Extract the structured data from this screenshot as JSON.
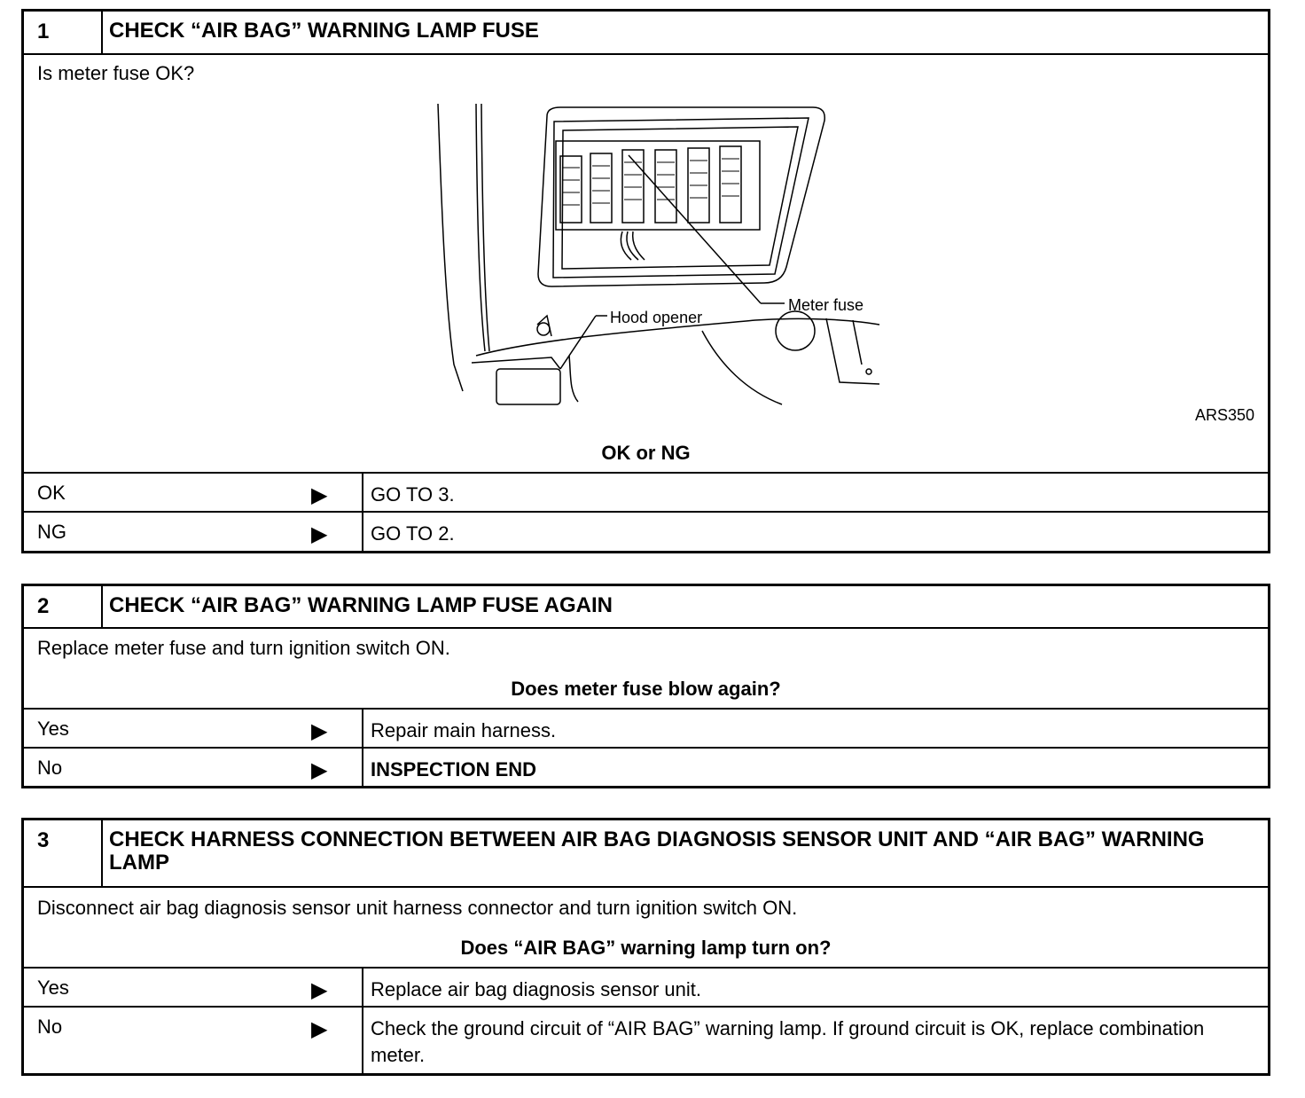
{
  "steps": [
    {
      "number": "1",
      "title": "CHECK “AIR BAG” WARNING LAMP FUSE",
      "instruction": "Is meter fuse OK?",
      "figure": {
        "label_meter_fuse": "Meter fuse",
        "label_hood_opener": "Hood opener",
        "code": "ARS350"
      },
      "question": "OK or NG",
      "rows": [
        {
          "label": "OK",
          "arrow": "▶",
          "result": "GO TO 3."
        },
        {
          "label": "NG",
          "arrow": "▶",
          "result": "GO TO 2."
        }
      ]
    },
    {
      "number": "2",
      "title": "CHECK “AIR BAG” WARNING LAMP FUSE AGAIN",
      "instruction": "Replace meter fuse and turn ignition switch ON.",
      "question": "Does meter fuse blow again?",
      "rows": [
        {
          "label": "Yes",
          "arrow": "▶",
          "result": "Repair main harness."
        },
        {
          "label": "No",
          "arrow": "▶",
          "result": "INSPECTION END"
        }
      ]
    },
    {
      "number": "3",
      "title": "CHECK HARNESS CONNECTION BETWEEN AIR BAG DIAGNOSIS SENSOR UNIT AND “AIR BAG” WARNING LAMP",
      "instruction": "Disconnect air bag diagnosis sensor unit harness connector and turn ignition switch ON.",
      "question": "Does “AIR BAG” warning lamp turn on?",
      "rows": [
        {
          "label": "Yes",
          "arrow": "▶",
          "result": "Replace air bag diagnosis sensor unit."
        },
        {
          "label": "No",
          "arrow": "▶",
          "result": "Check the ground circuit of “AIR BAG” warning lamp. If ground circuit is OK, replace combination meter."
        }
      ]
    }
  ]
}
